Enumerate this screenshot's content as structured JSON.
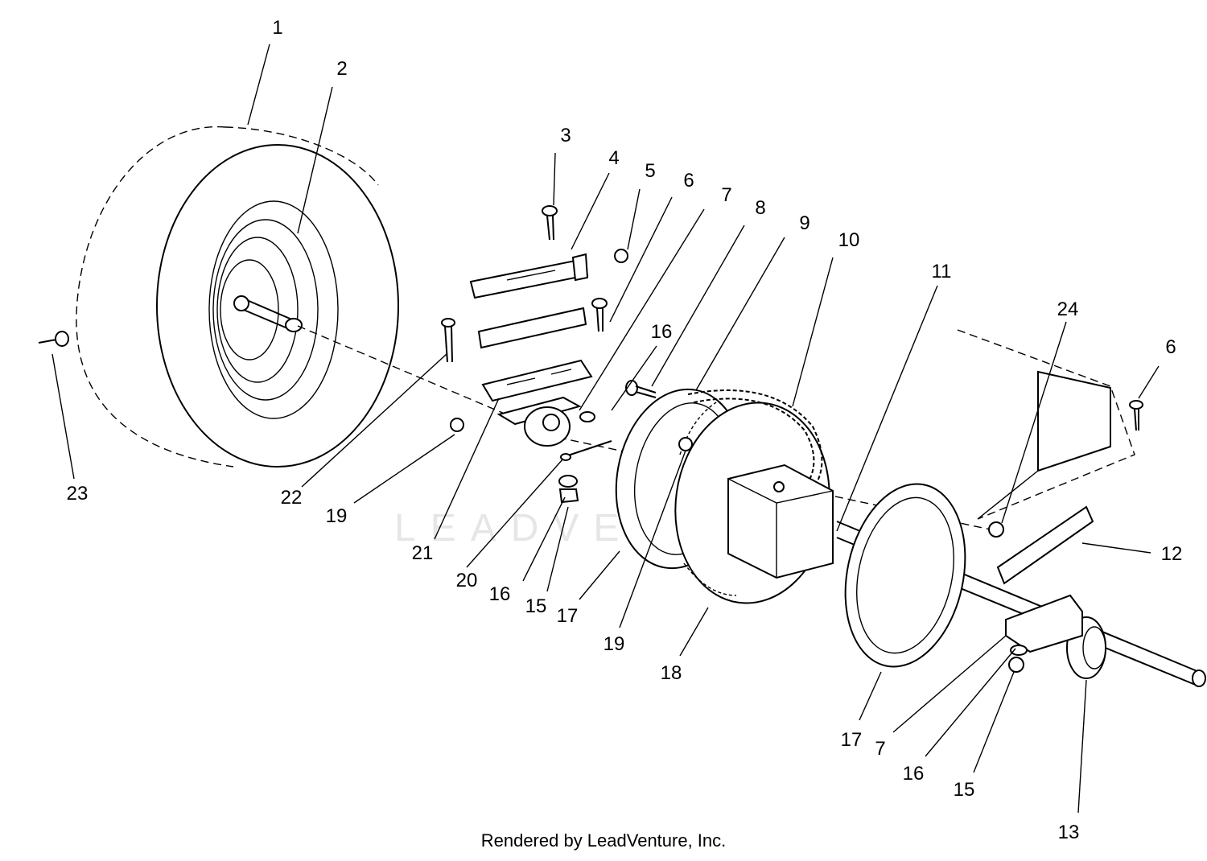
{
  "footer_text": "Rendered by LeadVenture, Inc.",
  "watermark_text": "LEADVENTURE",
  "callouts": {
    "c1": "1",
    "c2": "2",
    "c3": "3",
    "c4": "4",
    "c5": "5",
    "c6a": "6",
    "c7a": "7",
    "c8": "8",
    "c9": "9",
    "c10": "10",
    "c11": "11",
    "c16a": "16",
    "c24": "24",
    "c6b": "6",
    "c23": "23",
    "c22": "22",
    "c19a": "19",
    "c21": "21",
    "c20": "20",
    "c16b": "16",
    "c15a": "15",
    "c17a": "17",
    "c19b": "19",
    "c18": "18",
    "c12": "12",
    "c17b": "17",
    "c7b": "7",
    "c16c": "16",
    "c15b": "15",
    "c13": "13"
  }
}
